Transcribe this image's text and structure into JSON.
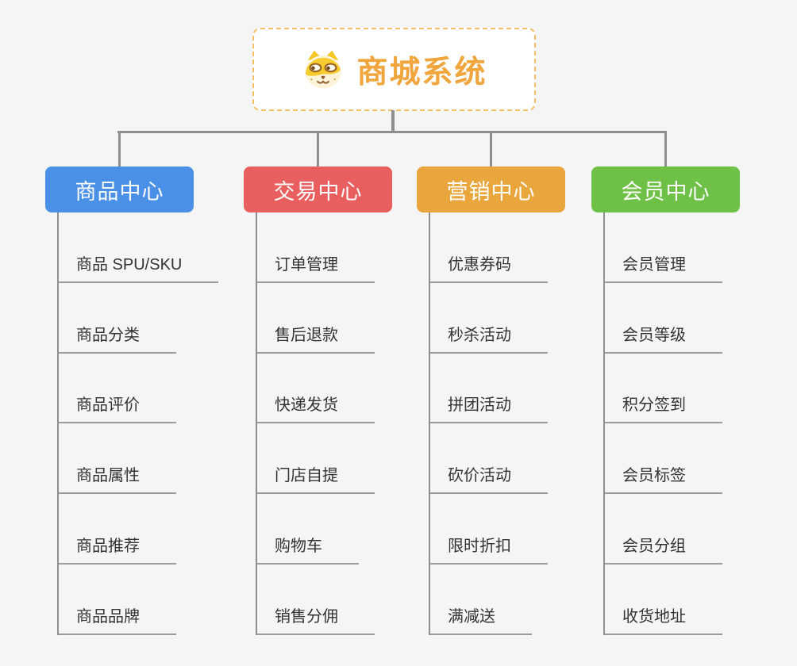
{
  "root": {
    "title": "商城系统",
    "icon": "dog-face-icon"
  },
  "branches": [
    {
      "label": "商品中心",
      "color": "#4b90e7",
      "children": [
        "商品 SPU/SKU",
        "商品分类",
        "商品评价",
        "商品属性",
        "商品推荐",
        "商品品牌"
      ]
    },
    {
      "label": "交易中心",
      "color": "#e95f5f",
      "children": [
        "订单管理",
        "售后退款",
        "快递发货",
        "门店自提",
        "购物车",
        "销售分佣"
      ]
    },
    {
      "label": "营销中心",
      "color": "#e9a63d",
      "children": [
        "优惠券码",
        "秒杀活动",
        "拼团活动",
        "砍价活动",
        "限时折扣",
        "满减送"
      ]
    },
    {
      "label": "会员中心",
      "color": "#6fc046",
      "children": [
        "会员管理",
        "会员等级",
        "积分签到",
        "会员标签",
        "会员分组",
        "收货地址"
      ]
    }
  ],
  "colors": {
    "background": "#f5f5f6",
    "root_accent": "#f0a63d",
    "root_border": "#f5c06a",
    "connector_line": "#8f8f8f",
    "underline": "#9c9c9c",
    "sub_topic_text": "#333333"
  }
}
